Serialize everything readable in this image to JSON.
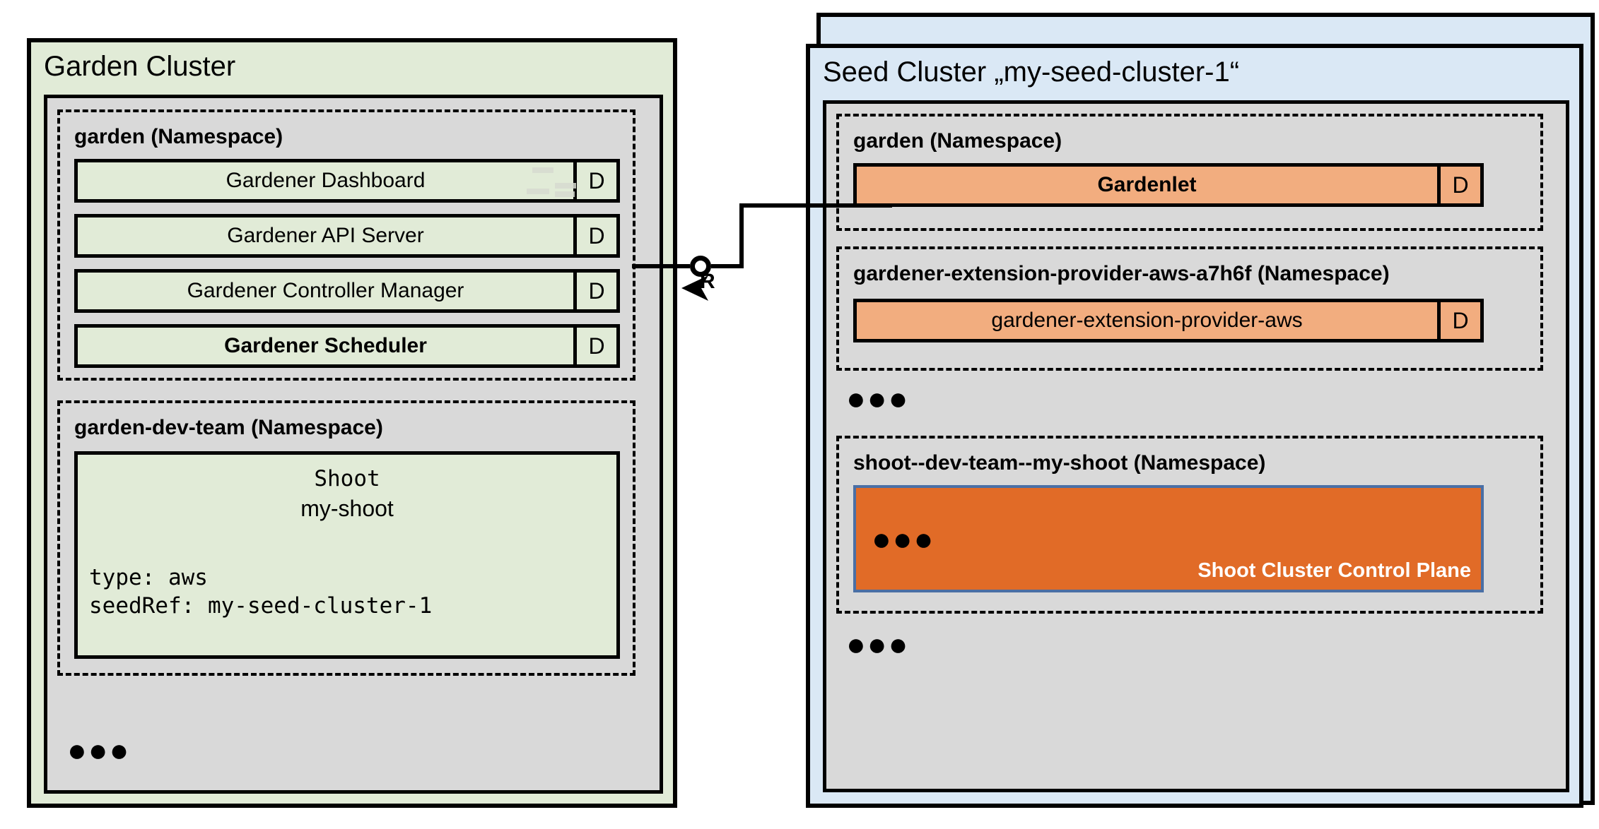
{
  "diagram": {
    "title_left": "Garden Cluster",
    "title_right": "Seed Cluster „my-seed-cluster-1“"
  },
  "colors": {
    "green_fill": "#e1ebd7",
    "grey_fill": "#d9d9d9",
    "blue_fill": "#dae8f5",
    "orange_light": "#f2ad7f",
    "orange_deep": "#e16b27",
    "control_plane_border": "#4a6fa5",
    "stroke": "#000000"
  },
  "garden_cluster": {
    "title": "Garden Cluster",
    "namespaces": [
      {
        "name": "garden (Namespace)",
        "components": [
          {
            "label": "Gardener Dashboard",
            "badge": "D",
            "bold": false
          },
          {
            "label": "Gardener API Server",
            "badge": "D",
            "bold": false
          },
          {
            "label": "Gardener Controller Manager",
            "badge": "D",
            "bold": false
          },
          {
            "label": "Gardener Scheduler",
            "badge": "D",
            "bold": true
          }
        ]
      },
      {
        "name": "garden-dev-team (Namespace)",
        "shoot": {
          "kind": "Shoot",
          "name": "my-shoot",
          "spec_lines": "type: aws\nseedRef: my-seed-cluster-1"
        }
      }
    ],
    "ellipsis": "●●●"
  },
  "seed_cluster": {
    "title": "Seed Cluster „my-seed-cluster-1“",
    "namespaces": [
      {
        "name": "garden (Namespace)",
        "components": [
          {
            "label": "Gardenlet",
            "badge": "D",
            "bold": true
          }
        ]
      },
      {
        "name": "gardener-extension-provider-aws-a7h6f (Namespace)",
        "components": [
          {
            "label": "gardener-extension-provider-aws",
            "badge": "D",
            "bold": false
          }
        ]
      },
      {
        "name": "shoot--dev-team--my-shoot (Namespace)",
        "control_plane": {
          "label": "Shoot Cluster Control Plane",
          "ellipsis": "●●●"
        }
      }
    ],
    "ellipsis_mid": "●●●",
    "ellipsis_bottom": "●●●"
  },
  "connector": {
    "label": "R",
    "from": "Gardener API Server",
    "to": "Gardenlet"
  }
}
